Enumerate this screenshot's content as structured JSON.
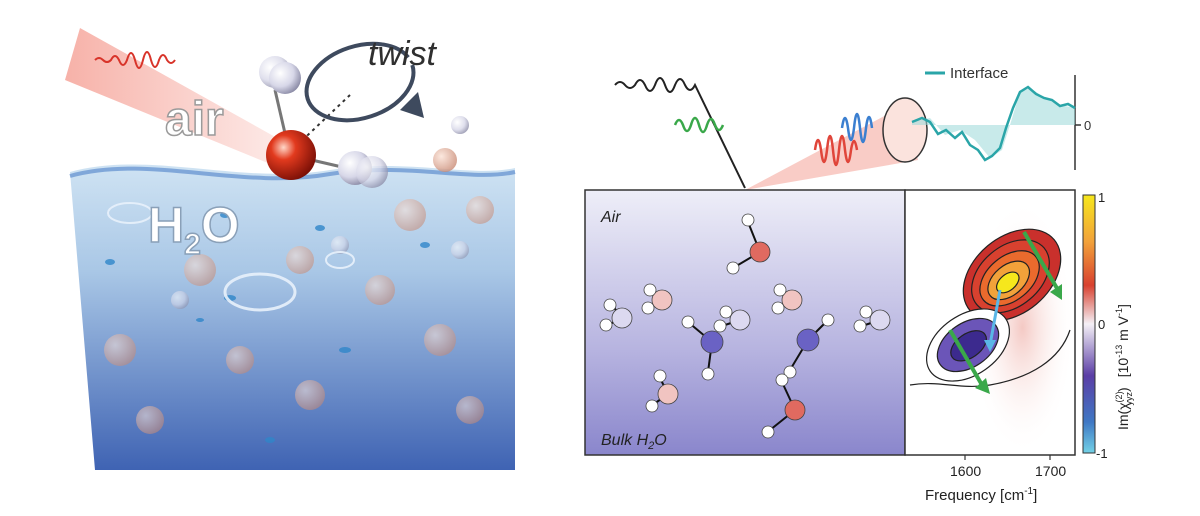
{
  "left_panel": {
    "twist_label": "twist",
    "air_label": "air",
    "water_label": "H",
    "water_sub": "2",
    "water_label_tail": "O"
  },
  "right_panel": {
    "legend_label": "Interface",
    "zero_tick": "0",
    "box_air_label": "Air",
    "box_bulk_label": "Bulk H",
    "box_bulk_sub": "2",
    "box_bulk_tail": "O",
    "colorbar": {
      "ticks": [
        "1",
        "0",
        "-1"
      ],
      "label_main": "Im(χ",
      "label_sub": "yyz",
      "label_sup": "(2)",
      "label_close": ")",
      "label_units": "[10",
      "label_units_sup": "-13",
      "label_units_tail": " m V",
      "label_units_sup2": "-1",
      "label_units_close": "]"
    },
    "x_axis": {
      "ticks": [
        "1600",
        "1700"
      ],
      "label": "Frequency [cm",
      "label_sup": "-1",
      "label_close": "]"
    }
  },
  "colors": {
    "water_blue": "#3d6fb8",
    "beam_red": "#e0453a",
    "beam_green": "#3aa84a",
    "beam_blue": "#3b7fd0",
    "interface_teal": "#2aa5a8",
    "box_purple": "#6b68c4"
  }
}
